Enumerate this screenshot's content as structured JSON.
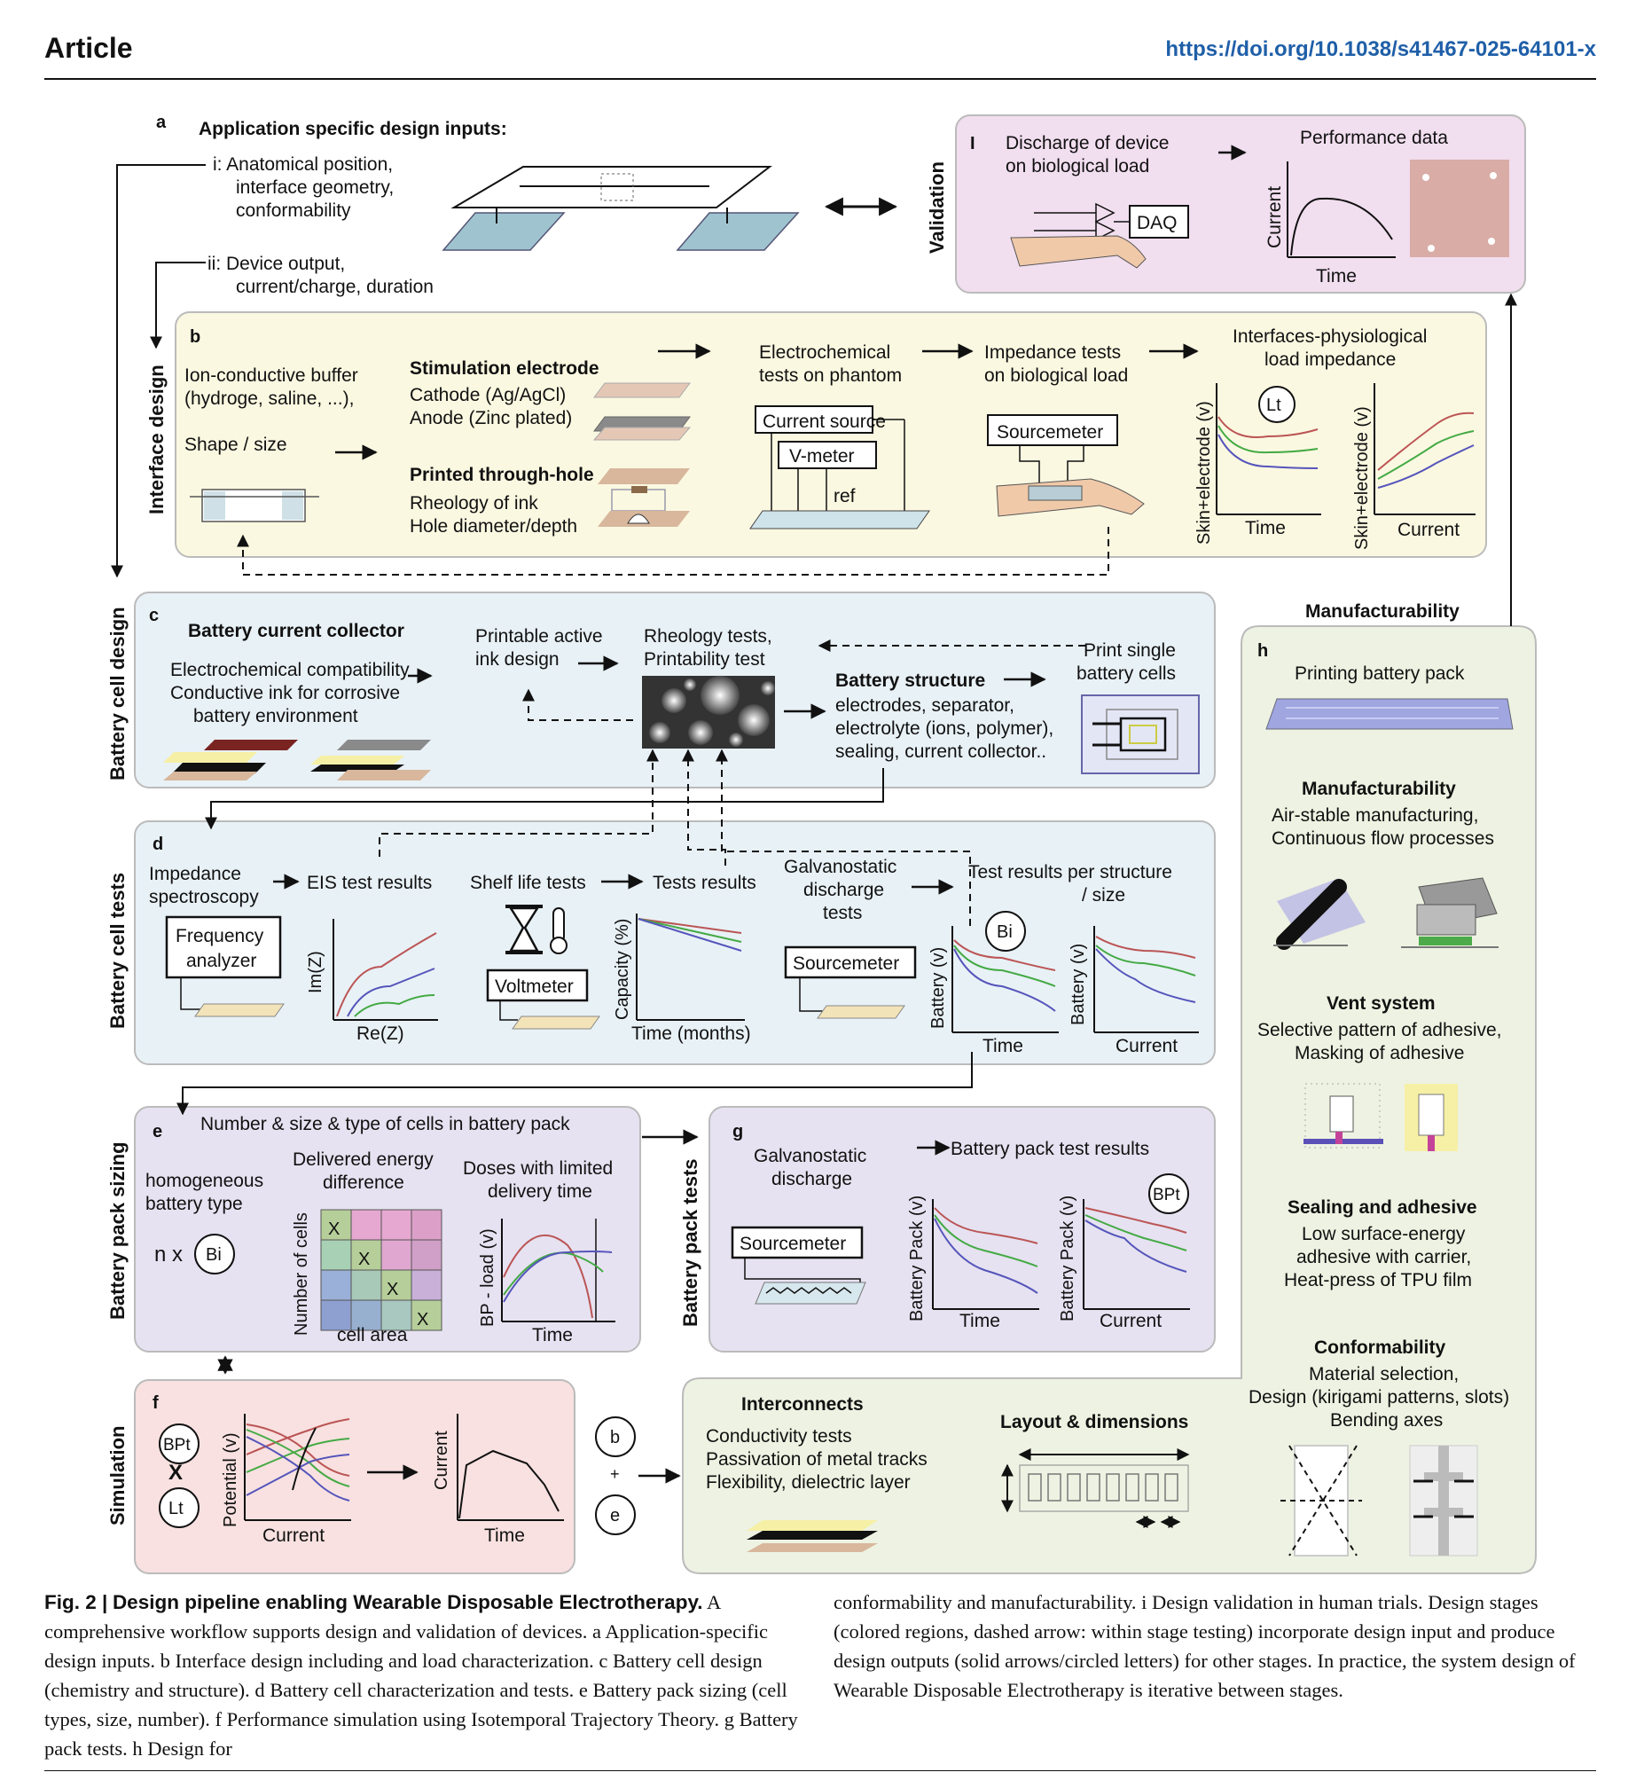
{
  "header": {
    "article": "Article",
    "doi": "https://doi.org/10.1038/s41467-025-64101-x"
  },
  "a": {
    "letter": "a",
    "title": "Application specific design inputs:",
    "item_i": [
      "i:  Anatomical position,",
      "interface geometry,",
      "conformability"
    ],
    "item_ii": [
      "ii:  Device output,",
      "current/charge, duration"
    ]
  },
  "i_panel": {
    "letter": "I",
    "side": "Validation",
    "discharge": [
      "Discharge of device",
      "on biological load"
    ],
    "daq": "DAQ",
    "perf": "Performance data",
    "ylabel": "Current",
    "xlabel": "Time"
  },
  "b": {
    "letter": "b",
    "side": "Interface design",
    "buffer": [
      "Ion-conductive buffer",
      "(hydroge, saline, ...),"
    ],
    "shape": "Shape / size",
    "stim_title": "Stimulation electrode",
    "cathode": "Cathode (Ag/AgCl)",
    "anode": "Anode (Zinc plated)",
    "through_title": "Printed through-hole",
    "rheology": "Rheology of ink",
    "hole": "Hole diameter/depth",
    "echem": [
      "Electrochemical",
      "tests on phantom"
    ],
    "current_source": "Current source",
    "vmeter": "V-meter",
    "ref": "ref",
    "imped": [
      "Impedance tests",
      "on biological load"
    ],
    "sourcemeter": "Sourcemeter",
    "interfaces": [
      "Interfaces-physiological",
      "load impedance"
    ],
    "lt": "Lt",
    "ylabel": "Skin+electrode (v)",
    "x1": "Time",
    "x2": "Current"
  },
  "c": {
    "letter": "c",
    "side": "Battery cell design",
    "collector_title": "Battery current collector",
    "collector": [
      "Electrochemical compatibility",
      "Conductive ink for corrosive",
      "battery environment"
    ],
    "active": [
      "Printable active",
      "ink design"
    ],
    "rheo": [
      "Rheology tests,",
      "Printability test"
    ],
    "structure_title": "Battery structure",
    "structure": [
      "electrodes, separator,",
      "electrolyte (ions, polymer),",
      "sealing, current collector.."
    ],
    "print_single": [
      "Print single",
      "battery cells"
    ]
  },
  "d": {
    "letter": "d",
    "side": "Battery cell tests",
    "imped": [
      "Impedance",
      "spectroscopy"
    ],
    "eis": "EIS test results",
    "freq": [
      "Frequency",
      "analyzer"
    ],
    "im": "Im(Z)",
    "re": "Re(Z)",
    "shelf": "Shelf life tests",
    "tests_results": "Tests results",
    "voltmeter": "Voltmeter",
    "capacity": "Capacity (%)",
    "months": "Time (months)",
    "galv": [
      "Galvanostatic",
      "discharge",
      "tests"
    ],
    "sourcemeter": "Sourcemeter",
    "per_structure": [
      "Test results per structure",
      "/ size"
    ],
    "bi": "Bi",
    "battery": "Battery (v)",
    "x1": "Time",
    "x2": "Current"
  },
  "e": {
    "letter": "e",
    "side": "Battery pack sizing",
    "title": "Number & size & type of cells in battery pack",
    "homog": [
      "homogeneous",
      "battery type"
    ],
    "nx": "n x",
    "bi": "Bi",
    "delivered": [
      "Delivered energy",
      "difference"
    ],
    "cells": "Number of cells",
    "cell_area": "cell area",
    "x_mark": "X",
    "doses": [
      "Doses with limited",
      "delivery time"
    ],
    "bp": "BP - load (v)",
    "time": "Time"
  },
  "g": {
    "letter": "g",
    "side": "Battery pack tests",
    "galv": [
      "Galvanostatic",
      "discharge"
    ],
    "results": "Battery pack test results",
    "sourcemeter": "Sourcemeter",
    "bpt": "BPt",
    "ylabel": "Battery Pack (v)",
    "x1": "Time",
    "x2": "Current"
  },
  "f": {
    "letter": "f",
    "side": "Simulation",
    "bpt": "BPt",
    "x": "X",
    "lt": "Lt",
    "potential": "Potential (v)",
    "current": "Current",
    "ylabel2": "Current",
    "time": "Time",
    "b": "b",
    "plus": "+",
    "e": "e"
  },
  "h": {
    "letter": "h",
    "title": "Manufacturability",
    "printing": "Printing battery pack",
    "manuf_title": "Manufacturability",
    "manuf": [
      "Air-stable manufacturing,",
      "Continuous flow processes"
    ],
    "vent_title": "Vent system",
    "vent": [
      "Selective pattern of adhesive,",
      "Masking of adhesive"
    ],
    "seal_title": "Sealing and adhesive",
    "seal": [
      "Low surface-energy",
      "adhesive with carrier,",
      "Heat-press of TPU film"
    ],
    "conf_title": "Conformability",
    "conf": [
      "Material selection,",
      "Design (kirigami patterns, slots)",
      "Bending axes"
    ],
    "inter_title": "Interconnects",
    "inter": [
      "Conductivity tests",
      "Passivation of metal tracks",
      "Flexibility, dielectric layer"
    ],
    "layout_title": "Layout & dimensions"
  },
  "caption": {
    "fig": "Fig. 2 |",
    "title": "Design pipeline enabling Wearable Disposable Electrotherapy.",
    "col1": "A comprehensive workflow supports design and validation of devices. a Application-specific design inputs. b Interface design including and load characterization. c Battery cell design (chemistry and structure). d Battery cell characterization and tests. e Battery pack sizing (cell types, size, number). f Performance simulation using Isotemporal Trajectory Theory. g Battery pack tests. h Design for",
    "col2": "conformability and manufacturability. i Design validation in human trials. Design stages (colored regions, dashed arrow: within stage testing) incorporate design input and produce design outputs (solid arrows/circled letters) for other stages. In practice, the system design of Wearable Disposable Electrotherapy is iterative between stages."
  }
}
